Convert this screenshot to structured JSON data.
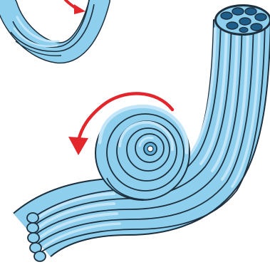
{
  "diagram": {
    "labels": [],
    "colors": {
      "tube_fill": "#8ecfee",
      "tube_highlight": "#c2e6f8",
      "tube_shade": "#5aaed8",
      "outline": "#1d2f3d",
      "lumen": "#1e5d8a",
      "arrow": "#e2262b"
    },
    "elements": [
      {
        "name": "top-left-fiber-bundle",
        "interactable": false
      },
      {
        "name": "main-bent-fiber-bundle",
        "interactable": false
      },
      {
        "name": "coiled-fiber-loop",
        "interactable": false
      },
      {
        "name": "bundle-cross-section",
        "interactable": false
      },
      {
        "name": "rotation-arrow-icon",
        "interactable": false
      },
      {
        "name": "small-arrow-icon",
        "interactable": false
      }
    ]
  }
}
